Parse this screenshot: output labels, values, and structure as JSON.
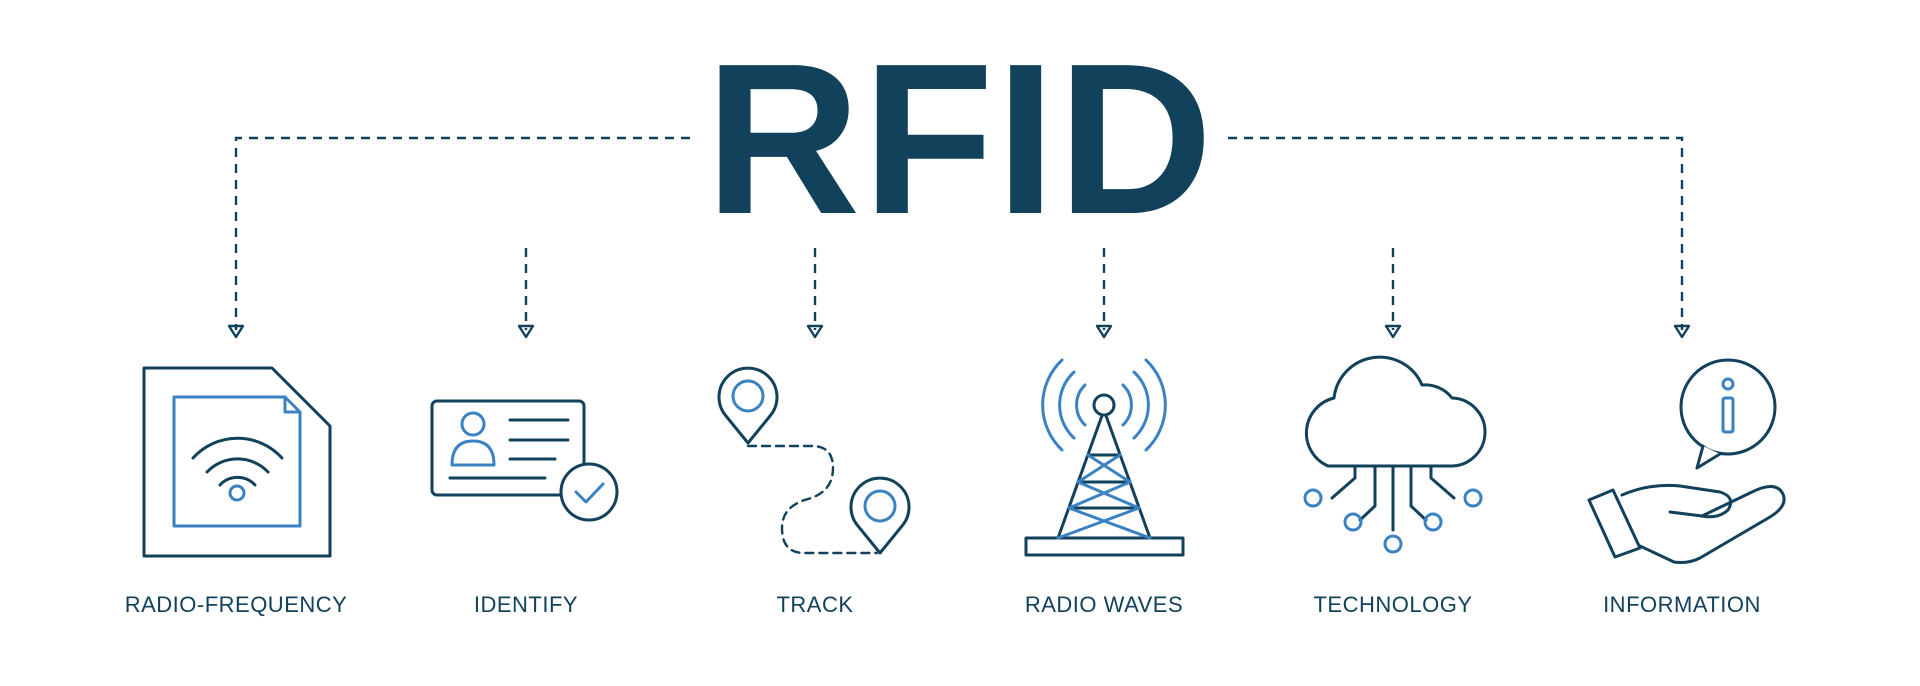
{
  "title": "RFID",
  "colors": {
    "dark": "#12415c",
    "accent": "#3b82c4",
    "background": "#ffffff"
  },
  "items": [
    {
      "label": "RADIO-FREQUENCY",
      "icon": "rfid-chip-icon"
    },
    {
      "label": "IDENTIFY",
      "icon": "id-card-check-icon"
    },
    {
      "label": "TRACK",
      "icon": "route-pins-icon"
    },
    {
      "label": "RADIO WAVES",
      "icon": "radio-tower-icon"
    },
    {
      "label": "TECHNOLOGY",
      "icon": "cloud-network-icon"
    },
    {
      "label": "INFORMATION",
      "icon": "hand-info-icon"
    }
  ]
}
